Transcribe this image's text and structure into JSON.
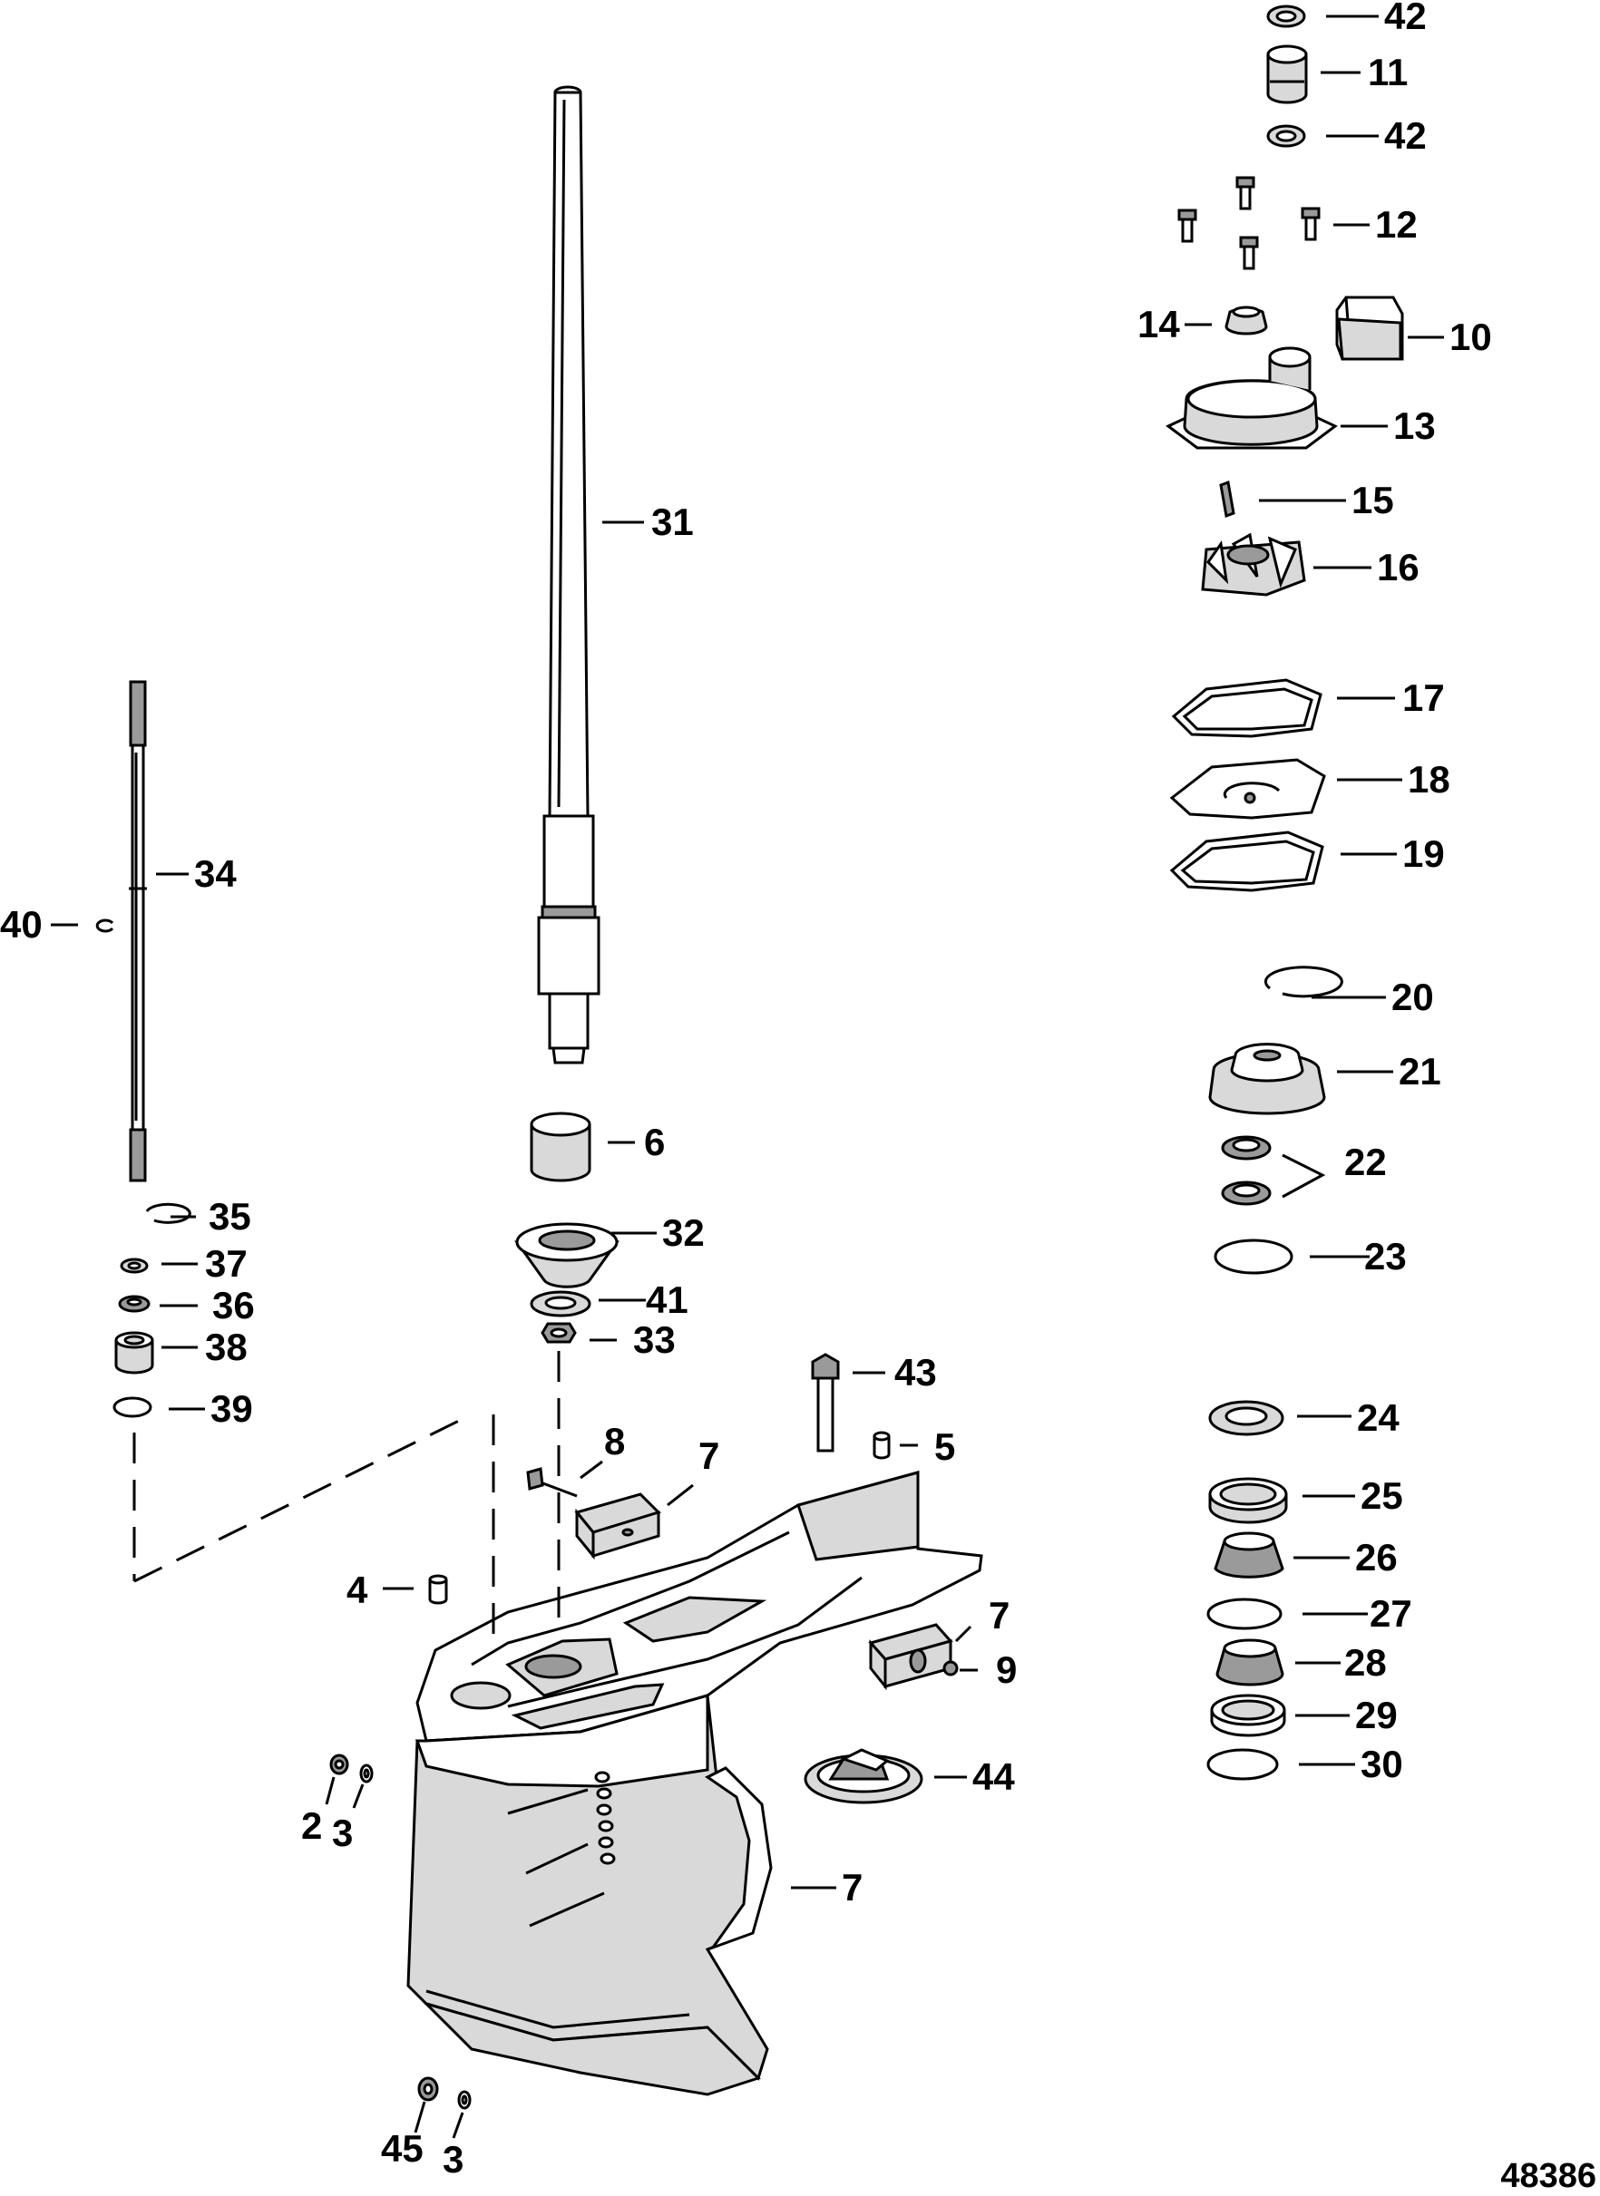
{
  "figure_number": "48386",
  "callouts": [
    {
      "id": "c42a",
      "text": "42"
    },
    {
      "id": "c11",
      "text": "11"
    },
    {
      "id": "c42b",
      "text": "42"
    },
    {
      "id": "c12",
      "text": "12"
    },
    {
      "id": "c14",
      "text": "14"
    },
    {
      "id": "c10",
      "text": "10"
    },
    {
      "id": "c13",
      "text": "13"
    },
    {
      "id": "c15",
      "text": "15"
    },
    {
      "id": "c16",
      "text": "16"
    },
    {
      "id": "c17",
      "text": "17"
    },
    {
      "id": "c18",
      "text": "18"
    },
    {
      "id": "c19",
      "text": "19"
    },
    {
      "id": "c20",
      "text": "20"
    },
    {
      "id": "c21",
      "text": "21"
    },
    {
      "id": "c22",
      "text": "22"
    },
    {
      "id": "c23",
      "text": "23"
    },
    {
      "id": "c24",
      "text": "24"
    },
    {
      "id": "c25",
      "text": "25"
    },
    {
      "id": "c26",
      "text": "26"
    },
    {
      "id": "c27",
      "text": "27"
    },
    {
      "id": "c28",
      "text": "28"
    },
    {
      "id": "c29",
      "text": "29"
    },
    {
      "id": "c30",
      "text": "30"
    },
    {
      "id": "c31",
      "text": "31"
    },
    {
      "id": "c34",
      "text": "34"
    },
    {
      "id": "c40",
      "text": "40"
    },
    {
      "id": "c6",
      "text": "6"
    },
    {
      "id": "c35",
      "text": "35"
    },
    {
      "id": "c32",
      "text": "32"
    },
    {
      "id": "c37",
      "text": "37"
    },
    {
      "id": "c36",
      "text": "36"
    },
    {
      "id": "c41",
      "text": "41"
    },
    {
      "id": "c38",
      "text": "38"
    },
    {
      "id": "c33",
      "text": "33"
    },
    {
      "id": "c39",
      "text": "39"
    },
    {
      "id": "c43",
      "text": "43"
    },
    {
      "id": "c8",
      "text": "8"
    },
    {
      "id": "c7a",
      "text": "7"
    },
    {
      "id": "c5",
      "text": "5"
    },
    {
      "id": "c4",
      "text": "4"
    },
    {
      "id": "c7b",
      "text": "7"
    },
    {
      "id": "c9",
      "text": "9"
    },
    {
      "id": "c44",
      "text": "44"
    },
    {
      "id": "c2",
      "text": "2"
    },
    {
      "id": "c3a",
      "text": "3"
    },
    {
      "id": "c7c",
      "text": "7"
    },
    {
      "id": "c45",
      "text": "45"
    },
    {
      "id": "c3b",
      "text": "3"
    }
  ]
}
